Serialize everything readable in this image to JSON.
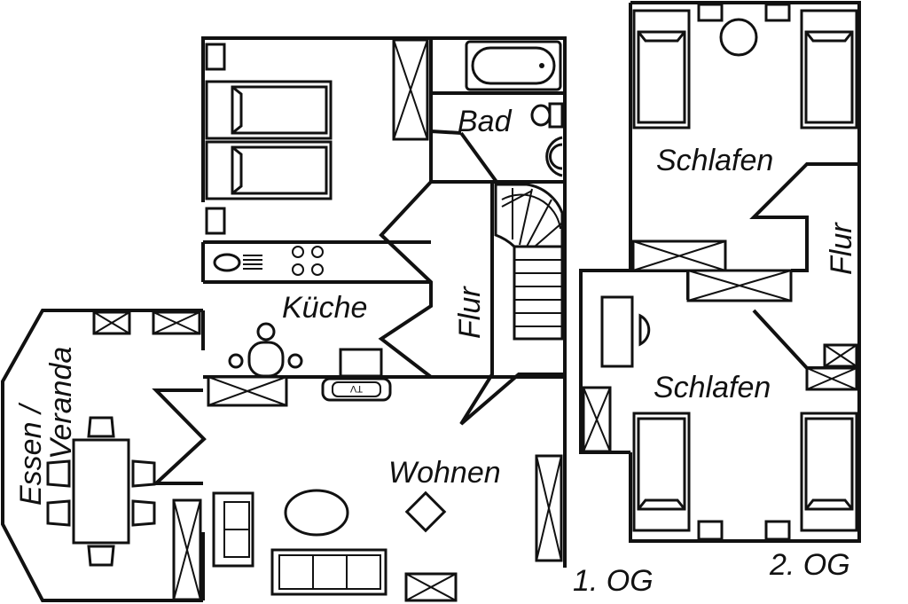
{
  "floors": {
    "first": {
      "label": "1. OG",
      "rooms": {
        "bad": "Bad",
        "kueche": "Küche",
        "flur": "Flur",
        "wohnen": "Wohnen",
        "essen_line1": "Essen /",
        "essen_line2": "Veranda"
      },
      "tv_label": "TV"
    },
    "second": {
      "label": "2. OG",
      "rooms": {
        "schlafen_top": "Schlafen",
        "schlafen_bottom": "Schlafen",
        "flur": "Flur"
      }
    }
  }
}
